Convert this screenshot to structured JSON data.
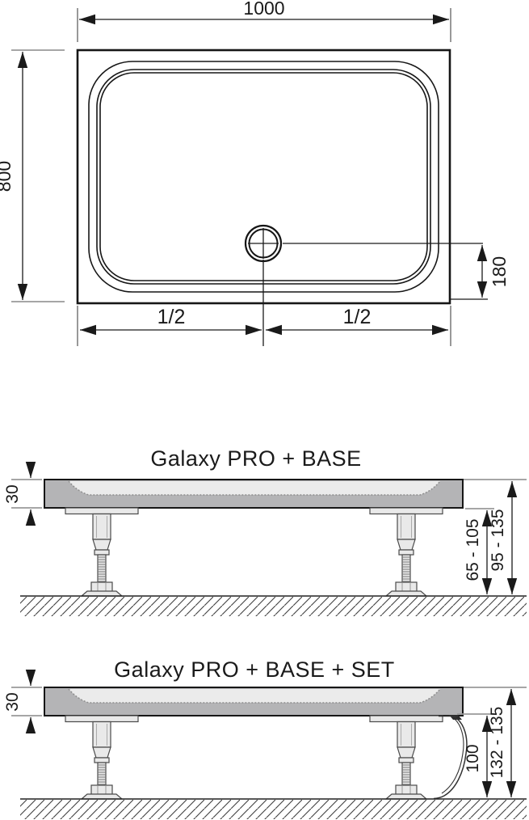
{
  "diagram": {
    "plan": {
      "width_label": "1000",
      "depth_label": "800",
      "drain_offset_label": "180",
      "half_left_label": "1/2",
      "half_right_label": "1/2"
    },
    "side_base": {
      "title": "Galaxy PRO + BASE",
      "tray_height_label": "30",
      "leg_height_label": "65 - 105",
      "total_height_label": "95 - 135"
    },
    "side_set": {
      "title": "Galaxy PRO + BASE + SET",
      "tray_height_label": "30",
      "panel_height_label": "100",
      "total_height_label": "132 - 135"
    },
    "colors": {
      "line": "#1a1a1a",
      "tray_body": "#b4b4b6",
      "tray_basin": "#ebebeb",
      "leg_fill": "#e9e9e9",
      "extension_line": "#9a9a9a"
    }
  }
}
